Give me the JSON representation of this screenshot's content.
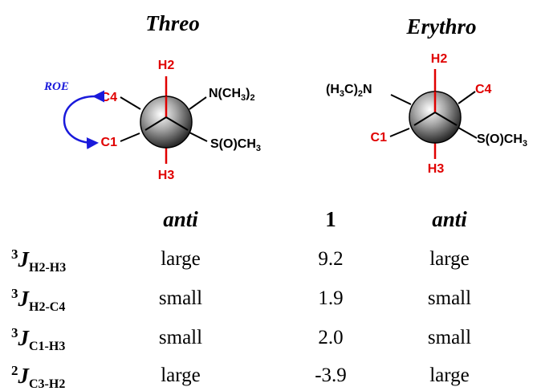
{
  "titles": {
    "left": "Threo",
    "right": "Erythro"
  },
  "left_newman": {
    "top": "H2",
    "upper_left": "C4",
    "lower_left": "C1",
    "bottom": "H3",
    "upper_right": {
      "main": "N(CH",
      "sub": "3",
      "close": ")",
      "tail_sub": "2"
    },
    "lower_right": {
      "main": "S(O)CH",
      "sub": "3"
    },
    "roe": "ROE"
  },
  "right_newman": {
    "top": "H2",
    "upper_right": "C4",
    "lower_left": "C1",
    "bottom": "H3",
    "upper_left": {
      "open": "(H",
      "sub": "3",
      "main": "C)",
      "tail_sub": "2",
      "end": "N"
    },
    "lower_right": {
      "main": "S(O)CH",
      "sub": "3"
    }
  },
  "colors": {
    "red": "#e00000",
    "blue": "#1a1adb",
    "black": "#000000"
  },
  "table": {
    "headers": [
      "anti",
      "1",
      "anti"
    ],
    "rows": [
      {
        "sup": "3",
        "J": "J",
        "sub": "H2-H3",
        "values": [
          "large",
          "9.2",
          "large"
        ]
      },
      {
        "sup": "3",
        "J": "J",
        "sub": "H2-C4",
        "values": [
          "small",
          "1.9",
          "small"
        ]
      },
      {
        "sup": "3",
        "J": "J",
        "sub": "C1-H3",
        "values": [
          "small",
          "2.0",
          "small"
        ]
      },
      {
        "sup": "2",
        "J": "J",
        "sub": "C3-H2",
        "values": [
          "large",
          "-3.9",
          "large"
        ]
      }
    ]
  }
}
